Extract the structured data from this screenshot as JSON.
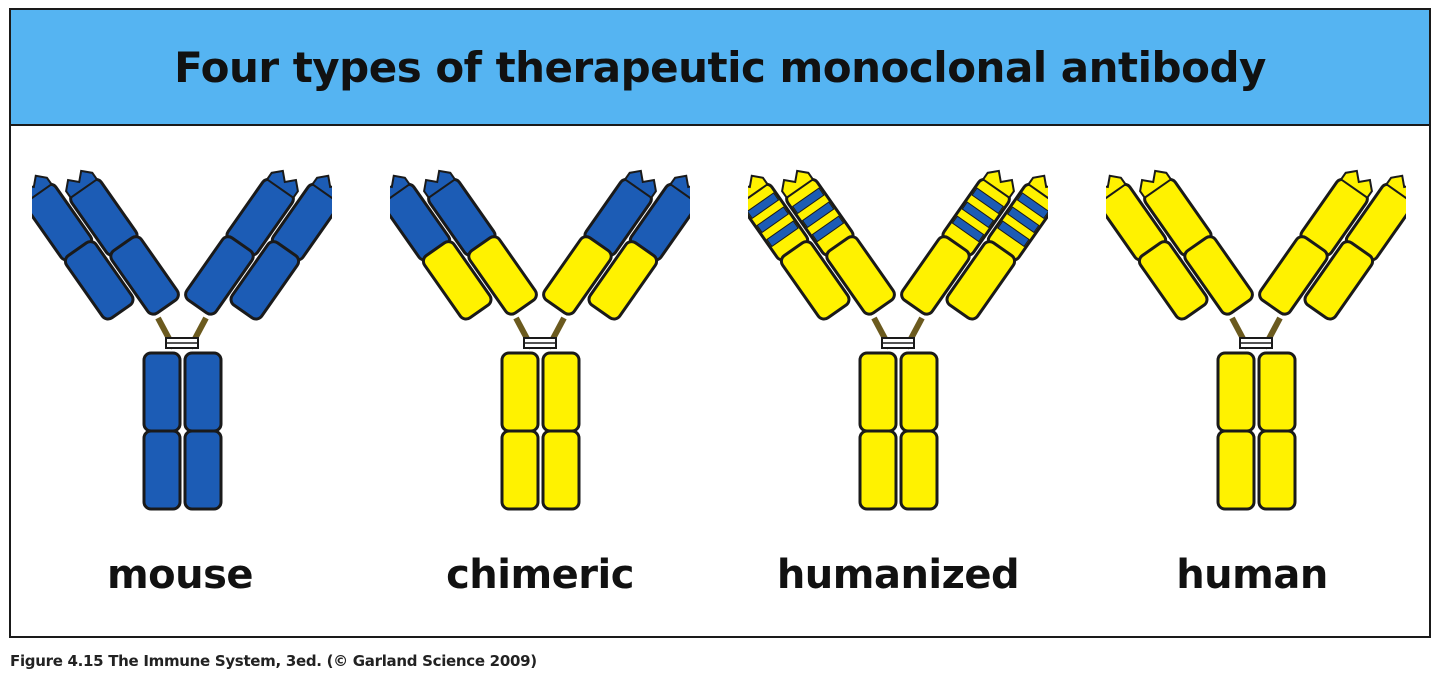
{
  "title": "Four types of therapeutic monoclonal antibody",
  "caption": "Figure 4.15  The Immune System, 3ed. (© Garland Science 2009)",
  "colors": {
    "header": "#55b4f2",
    "mouse": "#1c5cb5",
    "human": "#fff200",
    "outline": "#1a1a1a"
  },
  "antibodies": [
    {
      "label": "mouse"
    },
    {
      "label": "chimeric"
    },
    {
      "label": "humanized"
    },
    {
      "label": "human"
    }
  ]
}
